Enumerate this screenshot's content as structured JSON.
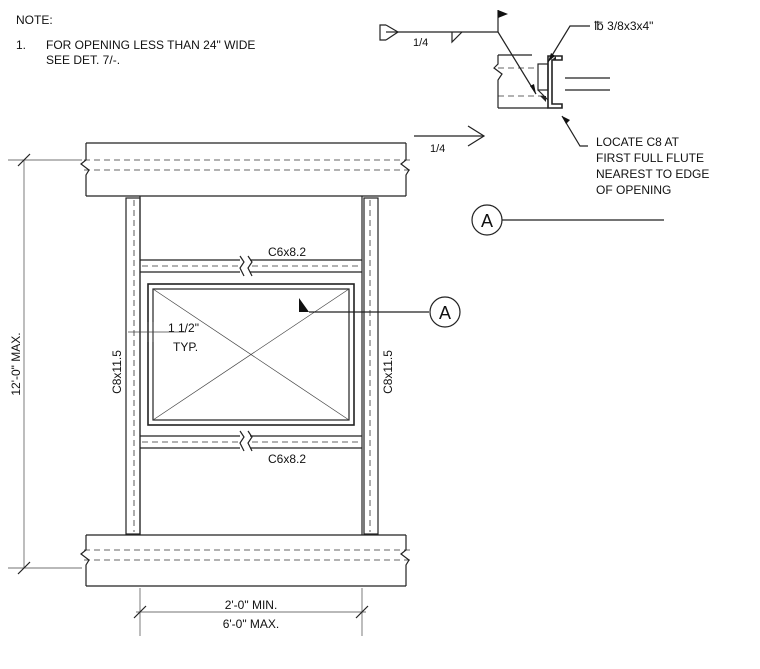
{
  "note": {
    "heading": "NOTE:",
    "item_number": "1.",
    "item_line1": "FOR OPENING LESS THAN 24\" WIDE",
    "item_line2": "SEE DET. 7/-."
  },
  "detail": {
    "plate_label": "℔ 3/8x3x4\"",
    "weld_size_top": "1/4",
    "weld_size_bottom": "1/4",
    "locate_note": [
      "LOCATE C8 AT",
      "FIRST FULL FLUTE",
      "NEAREST TO EDGE",
      "OF OPENING"
    ]
  },
  "plan": {
    "top_channel": "C6x8.2",
    "bottom_channel": "C6x8.2",
    "left_channel": "C8x11.5",
    "right_channel": "C8x11.5",
    "clearance_value": "1 1/2\"",
    "clearance_typ": "TYP.",
    "height_dim": "12'-0\" MAX.",
    "width_min": "2'-0\" MIN.",
    "width_max": "6'-0\" MAX.",
    "section_tag": "A"
  },
  "section_title": {
    "tag": "A"
  }
}
